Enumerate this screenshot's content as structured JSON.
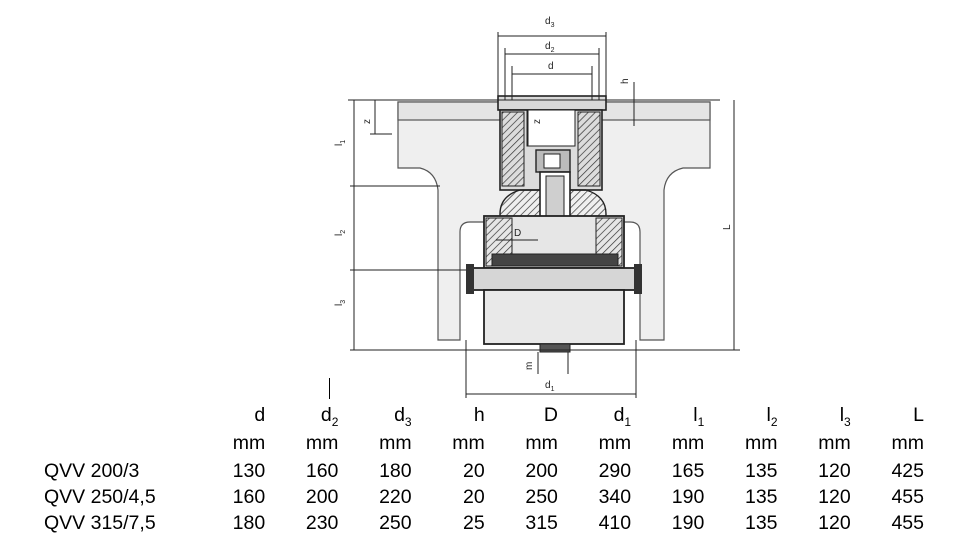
{
  "drawing": {
    "dimension_labels": {
      "d": "d",
      "d2": "d",
      "d2_sub": "2",
      "d3": "d",
      "d3_sub": "3",
      "h": "h",
      "z1": "z",
      "z2": "z",
      "D": "D",
      "L": "L",
      "l1": "l",
      "l1_sub": "1",
      "l2": "l",
      "l2_sub": "2",
      "l3": "l",
      "l3_sub": "3",
      "m": "m",
      "d1": "d",
      "d1_sub": "1"
    }
  },
  "table": {
    "headers": [
      {
        "main": "d",
        "sub": ""
      },
      {
        "main": "d",
        "sub": "2"
      },
      {
        "main": "d",
        "sub": "3"
      },
      {
        "main": "h",
        "sub": ""
      },
      {
        "main": "D",
        "sub": ""
      },
      {
        "main": "d",
        "sub": "1"
      },
      {
        "main": "l",
        "sub": "1"
      },
      {
        "main": "l",
        "sub": "2"
      },
      {
        "main": "l",
        "sub": "3"
      },
      {
        "main": "L",
        "sub": ""
      }
    ],
    "units": [
      "mm",
      "mm",
      "mm",
      "mm",
      "mm",
      "mm",
      "mm",
      "mm",
      "mm",
      "mm"
    ],
    "rows": [
      {
        "model": "QVV 200/3",
        "values": [
          "130",
          "160",
          "180",
          "20",
          "200",
          "290",
          "165",
          "135",
          "120",
          "425"
        ]
      },
      {
        "model": "QVV 250/4,5",
        "values": [
          "160",
          "200",
          "220",
          "20",
          "250",
          "340",
          "190",
          "135",
          "120",
          "455"
        ]
      },
      {
        "model": "QVV 315/7,5",
        "values": [
          "180",
          "230",
          "250",
          "25",
          "315",
          "410",
          "190",
          "135",
          "120",
          "455"
        ]
      }
    ]
  }
}
